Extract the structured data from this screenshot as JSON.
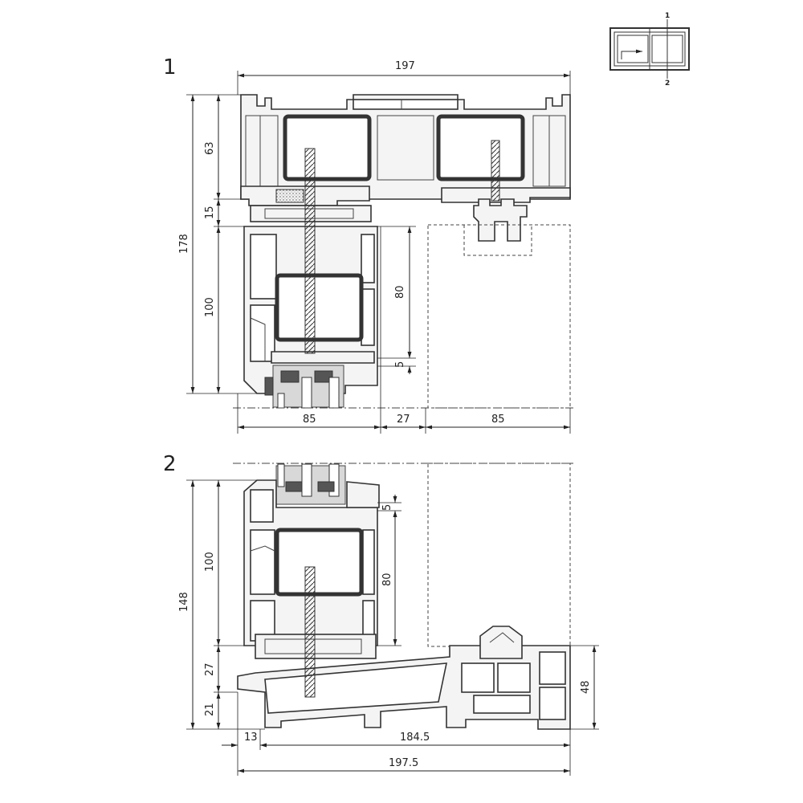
{
  "sections": [
    {
      "number": "1"
    },
    {
      "number": "2"
    }
  ],
  "key_plan": {
    "label_top": "1",
    "label_bottom": "2"
  },
  "section1_dims": {
    "overall_width": "197",
    "overall_height": "178",
    "top_frame": "63",
    "gap": "15",
    "sash": "100",
    "reinforcement": "80",
    "offset": "5",
    "sash_width_left": "85",
    "middle": "27",
    "sash_width_right": "85"
  },
  "section2_dims": {
    "overall_height": "148",
    "sash": "100",
    "reinforcement": "80",
    "offset": "5",
    "sill_upper": "27",
    "sill_lower": "21",
    "sill_right": "48",
    "left_margin": "13",
    "sill_width": "184.5",
    "overall_width": "197.5"
  }
}
